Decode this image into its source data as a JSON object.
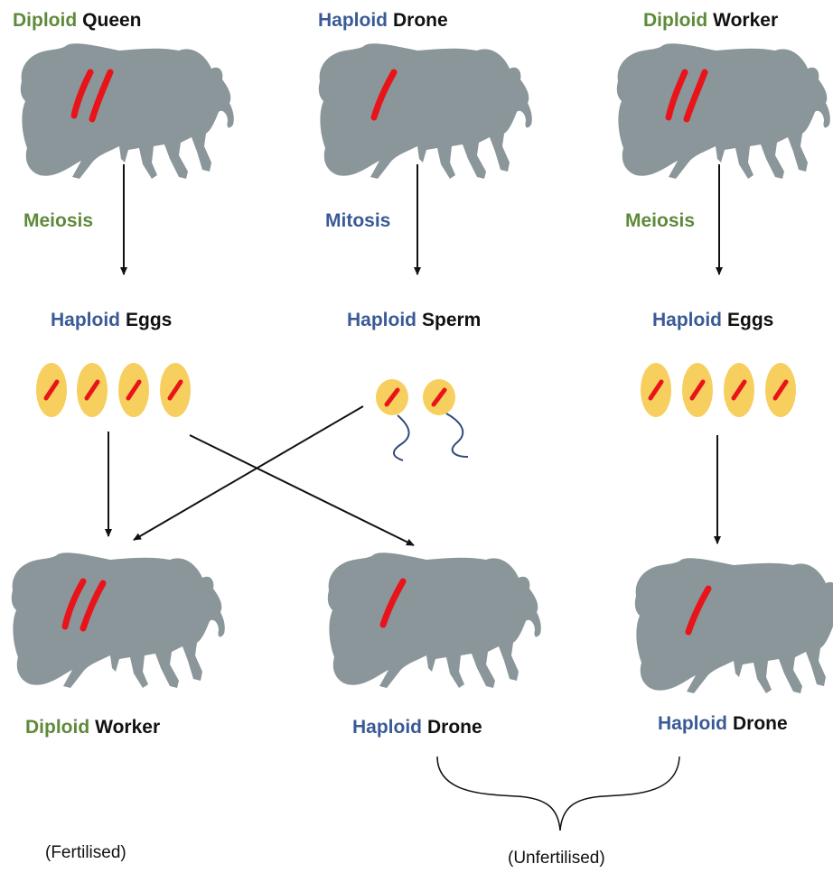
{
  "colors": {
    "diploid": "#5e8a3a",
    "haploid": "#3a5a96",
    "text": "#111111",
    "bee_body": "#8a969a",
    "chromosome": "#e8141a",
    "gamete": "#f7cf5e",
    "sperm_tail": "#334a78",
    "arrow": "#111111"
  },
  "top": {
    "queen": {
      "ploidy": "Diploid",
      "caste": "Queen"
    },
    "drone": {
      "ploidy": "Haploid",
      "caste": "Drone"
    },
    "worker": {
      "ploidy": "Diploid",
      "caste": "Worker"
    }
  },
  "division": {
    "left": "Meiosis",
    "middle": "Mitosis",
    "right": "Meiosis"
  },
  "gametes": {
    "left": {
      "ploidy": "Haploid",
      "type": "Eggs"
    },
    "middle": {
      "ploidy": "Haploid",
      "type": "Sperm"
    },
    "right": {
      "ploidy": "Haploid",
      "type": "Eggs"
    }
  },
  "offspring": {
    "left": {
      "ploidy": "Diploid",
      "caste": "Worker"
    },
    "middle": {
      "ploidy": "Haploid",
      "caste": "Drone"
    },
    "right": {
      "ploidy": "Haploid",
      "caste": "Drone"
    }
  },
  "notes": {
    "fertilised": "(Fertilised)",
    "unfertilised": "(Unfertilised)"
  }
}
